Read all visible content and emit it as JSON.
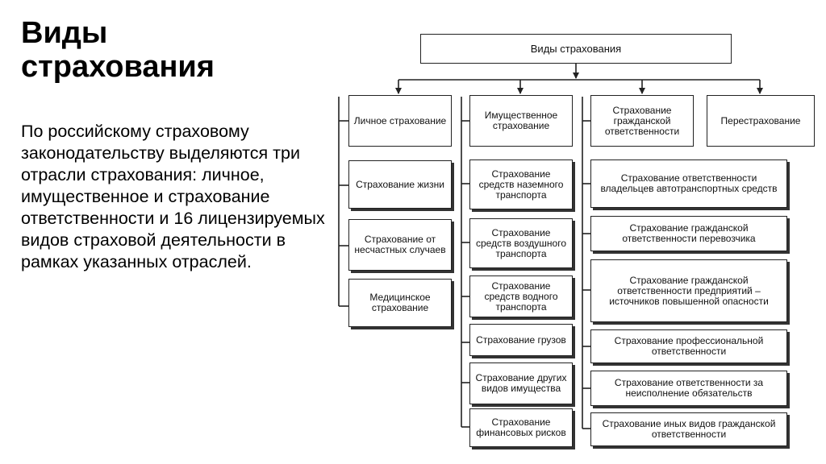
{
  "slide": {
    "title": "Виды страхования",
    "body": "По российскому страховому законодательству выделяются три отрасли страхования: личное, имущественное и страхование ответственности и 16 лицензируемых видов страховой деятельности в рамках указанных отраслей."
  },
  "diagram": {
    "root": "Виды страхования",
    "categories": [
      "Личное страхование",
      "Имущественное страхование",
      "Страхование гражданской ответственности",
      "Перестрахование"
    ],
    "personal": [
      "Страхование жизни",
      "Страхование от несчастных случаев",
      "Медицинское страхование"
    ],
    "property": [
      "Страхование средств наземного транспорта",
      "Страхование средств воздушного транспорта",
      "Страхование средств водного транспорта",
      "Страхование грузов",
      "Страхование других видов имущества",
      "Страхование финансовых рисков"
    ],
    "liability": [
      "Страхование ответственности владельцев автотранспортных средств",
      "Страхование гражданской ответственности перевозчика",
      "Страхование гражданской ответственности предприятий – источников повышенной опасности",
      "Страхование профессиональной ответственности",
      "Страхование ответственности за неисполнение обязательств",
      "Страхование иных видов гражданской ответственности"
    ]
  }
}
